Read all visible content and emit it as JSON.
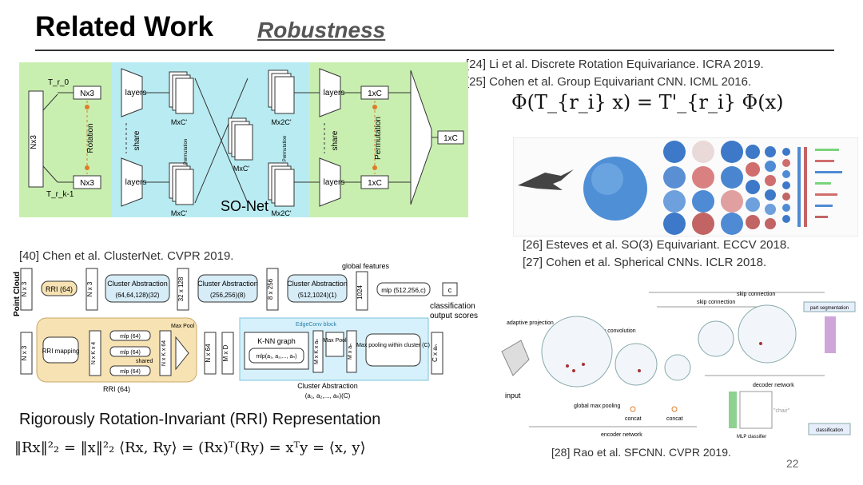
{
  "slide": {
    "title": "Related Work",
    "subtitle": "Robustness",
    "page_number": "22"
  },
  "references": {
    "r24": "[24] Li et al. Discrete Rotation Equivariance. ICRA 2019.",
    "r25": "[25] Cohen et al. Group Equivariant CNN. ICML 2016.",
    "r26": "[26] Esteves et al. SO(3) Equivariant. ECCV 2018.",
    "r27": "[27] Cohen et al. Spherical CNNs. ICLR 2018.",
    "r40": "[40] Chen et al. ClusterNet. CVPR 2019.",
    "r28": "[28] Rao et al. SFCNN. CVPR 2019."
  },
  "equivariance_formula": "Φ(T_{r_i} x) = T'_{r_i} Φ(x)",
  "rri": {
    "heading": "Rigorously Rotation-Invariant (RRI) Representation",
    "formula": "‖Rx‖²₂ = ‖x‖²₂    ⟨Rx, Ry⟩ = (Rx)ᵀ(Ry) = xᵀy = ⟨x, y⟩"
  },
  "sonet_diagram": {
    "label": "SO-Net",
    "tr0": "T_r_0",
    "trk": "T_r_k-1",
    "input": "Nx3",
    "branch_in": "Nx3",
    "layers": "layers",
    "share": "share",
    "rotation": "Rotation",
    "mxc": "MxC'",
    "mx2c": "Mx2C'",
    "permutation": "Permutation",
    "small_perm": "Permutation",
    "out": "1xC",
    "colors": {
      "green": "#c9efb0",
      "cyan": "#b9ecf2",
      "dot": "#e07b2a"
    }
  },
  "clusternet_diagram": {
    "point_cloud": "Point Cloud",
    "n3": "N x 3",
    "rri64": "RRI (64)",
    "cluster1": "Cluster Abstraction",
    "cluster1_params": "(64,64,128)(32)",
    "dim32": "32 x 128",
    "cluster2": "Cluster Abstraction",
    "cluster2_params": "(256,256)(8)",
    "dim8": "8 x 256",
    "cluster3": "Cluster Abstraction",
    "cluster3_params": "(512,1024)(1)",
    "dim1024": "1024",
    "global_features": "global features",
    "mlp_out": "mlp (512,256,c)",
    "c": "c",
    "classification": "classification",
    "output_scores": "output scores",
    "rri_mapping": "RRI mapping",
    "nkk4": "N x K x 4",
    "mlp64": "mlp (64)",
    "shared": "shared",
    "nkk64": "N x K x 64",
    "max_pool": "Max Pool",
    "n64": "N x 64",
    "rri64_label": "RRI (64)",
    "md": "M x D",
    "edgeconv": "EdgeConv block",
    "knn": "K-NN graph",
    "mlp_a": "mlp(a₁, a₂,..., aₙ)",
    "mkan": "M x K x aₙ",
    "maxpool2": "Max Pool",
    "man": "M x aₙ",
    "maxpool_cluster": "Max pooling within cluster (C)",
    "can": "C x aₙ",
    "cluster_abs": "Cluster Abstraction",
    "cluster_abs_params": "(a₁, a₂,..., aₙ)(C)"
  },
  "spherical_figure": {
    "caption_top": ""
  },
  "sfcnn_diagram": {
    "adaptive_projection": "adaptive projection",
    "symmetry_convolution": "symmetry convolution",
    "skip1": "skip connection",
    "skip2": "skip connection",
    "part_seg": "part segmentation",
    "decoder": "decoder network",
    "input": "input",
    "global_max_pooling": "global max pooling",
    "concat1": "concat",
    "concat2": "concat",
    "encoder": "encoder network",
    "mlp_classifier": "MLP classifier",
    "chair": "\"chair\"",
    "classification": "classification"
  }
}
